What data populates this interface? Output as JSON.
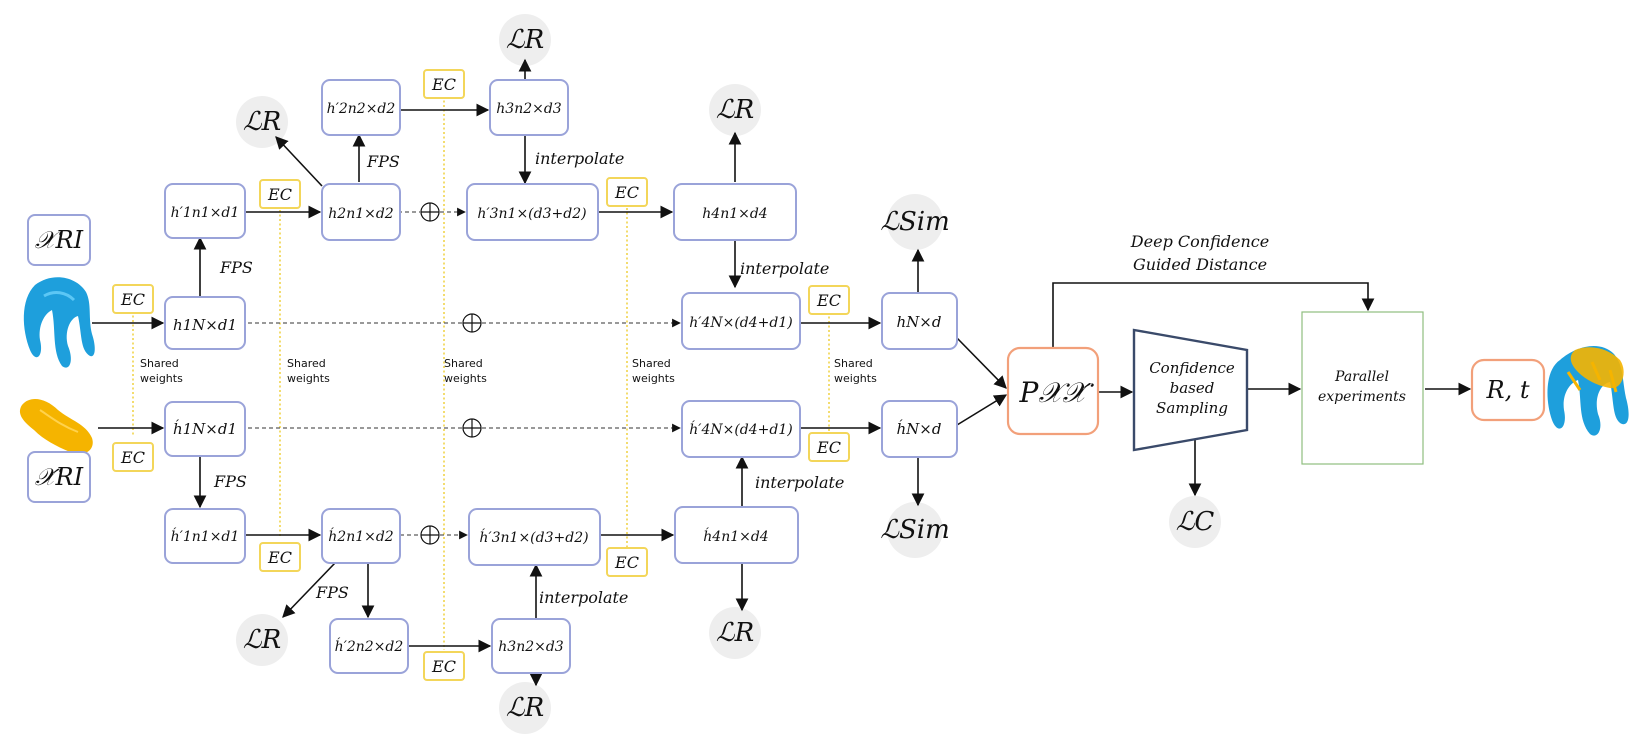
{
  "inputs": {
    "source_label": "𝒳RI",
    "target_label": "𝒳́RI"
  },
  "ec_label": "EC",
  "fps_label": "FPS",
  "interpolate_label": "interpolate",
  "shared_weights_line1": "Shared",
  "shared_weights_line2": "weights",
  "loss_r": "ℒR",
  "loss_sim": "ℒSim",
  "loss_c": "ℒC",
  "top": {
    "h1": "h1N×d1",
    "h1p": "h′1n1×d1",
    "h2": "h2n1×d2",
    "h2p": "h′2n2×d2",
    "h3": "h3n2×d3",
    "h3p": "h′3n1×(d3+d2)",
    "h4": "h4n1×d4",
    "h4p": "h′4N×(d4+d1)",
    "hout": "hN×d"
  },
  "bottom": {
    "h1": "h́1N×d1",
    "h1p": "h́′1n1×d1",
    "h2": "h́2n1×d2",
    "h2p": "h́′2n2×d2",
    "h3": "h3n2×d3",
    "h3p": "h́′3n1×(d3+d2)",
    "h4": "h́4n1×d4",
    "h4p": "h́′4N×(d4+d1)",
    "hout": "h́N×d"
  },
  "matrix_label": "P𝒳𝒳́",
  "guided_line1": "Deep Confidence",
  "guided_line2": "Guided Distance",
  "sampling_line1": "Confidence",
  "sampling_line2": "based",
  "sampling_line3": "Sampling",
  "parallel_line1": "Parallel",
  "parallel_line2": "experiments",
  "output_label": "R, t",
  "colors": {
    "block_border": "#9aa3d9",
    "ec_border": "#f3d65a",
    "matrix_border": "#f2a07a",
    "parallel_border": "#8fbf7f",
    "source_cloud": "#1e9fdc",
    "target_cloud": "#f5b400"
  }
}
